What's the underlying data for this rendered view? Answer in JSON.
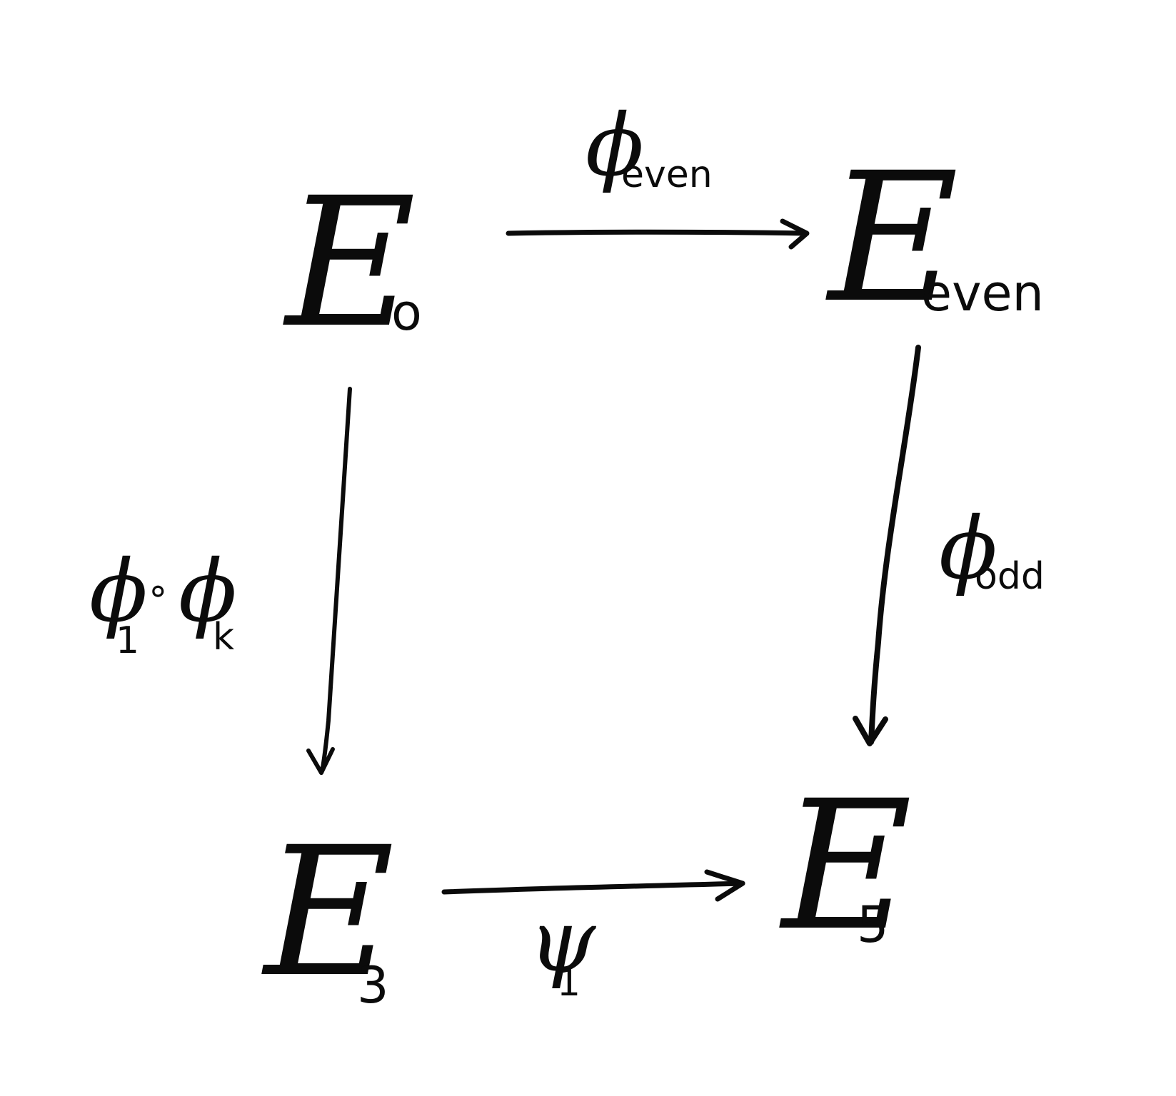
{
  "diagram": {
    "type": "commutative-square",
    "nodes": {
      "top_left": {
        "symbol": "E",
        "subscript": "o"
      },
      "top_right": {
        "symbol": "E",
        "subscript": "even"
      },
      "bottom_left": {
        "symbol": "E",
        "subscript": "3"
      },
      "bottom_right": {
        "symbol": "E",
        "subscript": "5"
      }
    },
    "edges": {
      "top": {
        "from": "top_left",
        "to": "top_right",
        "symbol": "ϕ",
        "subscript": "even"
      },
      "right": {
        "from": "top_right",
        "to": "bottom_right",
        "symbol": "ϕ",
        "subscript": "odd"
      },
      "left": {
        "from": "top_left",
        "to": "bottom_left",
        "symbol_1": "ϕ",
        "subscript_1": "1",
        "compose": "∘",
        "symbol_2": "ϕ",
        "subscript_2": "k"
      },
      "bottom": {
        "from": "bottom_left",
        "to": "bottom_right",
        "symbol": "ψ",
        "subscript": "1"
      }
    }
  }
}
